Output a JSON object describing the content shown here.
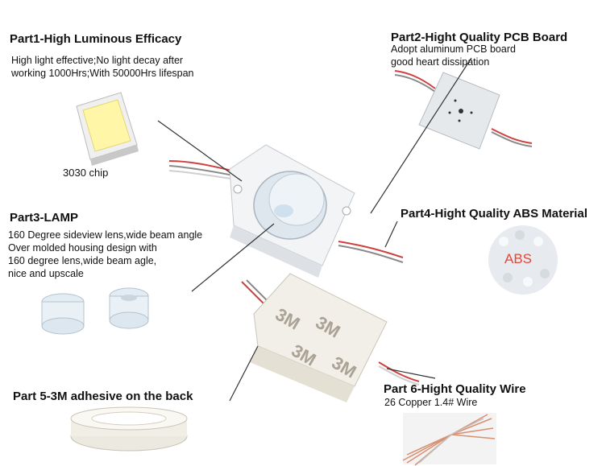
{
  "part1": {
    "title": "Part1-High Luminous Efficacy",
    "desc1": "High light effective;No light decay after",
    "desc2": "working 1000Hrs;With 50000Hrs lifespan",
    "caption": "3030 chip"
  },
  "part2": {
    "title": "Part2-Hight Quality PCB Board",
    "desc1": "Adopt aluminum PCB board",
    "desc2": "good heart dissipation"
  },
  "part3": {
    "title": "Part3-LAMP",
    "desc1": "160 Degree sideview lens,wide beam angle",
    "desc2": "Over molded housing design with",
    "desc3": "160 degree lens,wide beam agle,",
    "desc4": "nice and upscale"
  },
  "part4": {
    "title": "Part4-Hight Quality ABS Material",
    "badge": "ABS"
  },
  "part5": {
    "title": "Part 5-3M adhesive on the back",
    "tape_mark": "3M"
  },
  "part6": {
    "title": "Part 6-Hight Quality Wire",
    "desc1": "26 Copper 1.4# Wire"
  },
  "colors": {
    "wire_red": "#d04040",
    "abs_badge": "#e0483a",
    "chip_yellow": "#fff3a0"
  }
}
